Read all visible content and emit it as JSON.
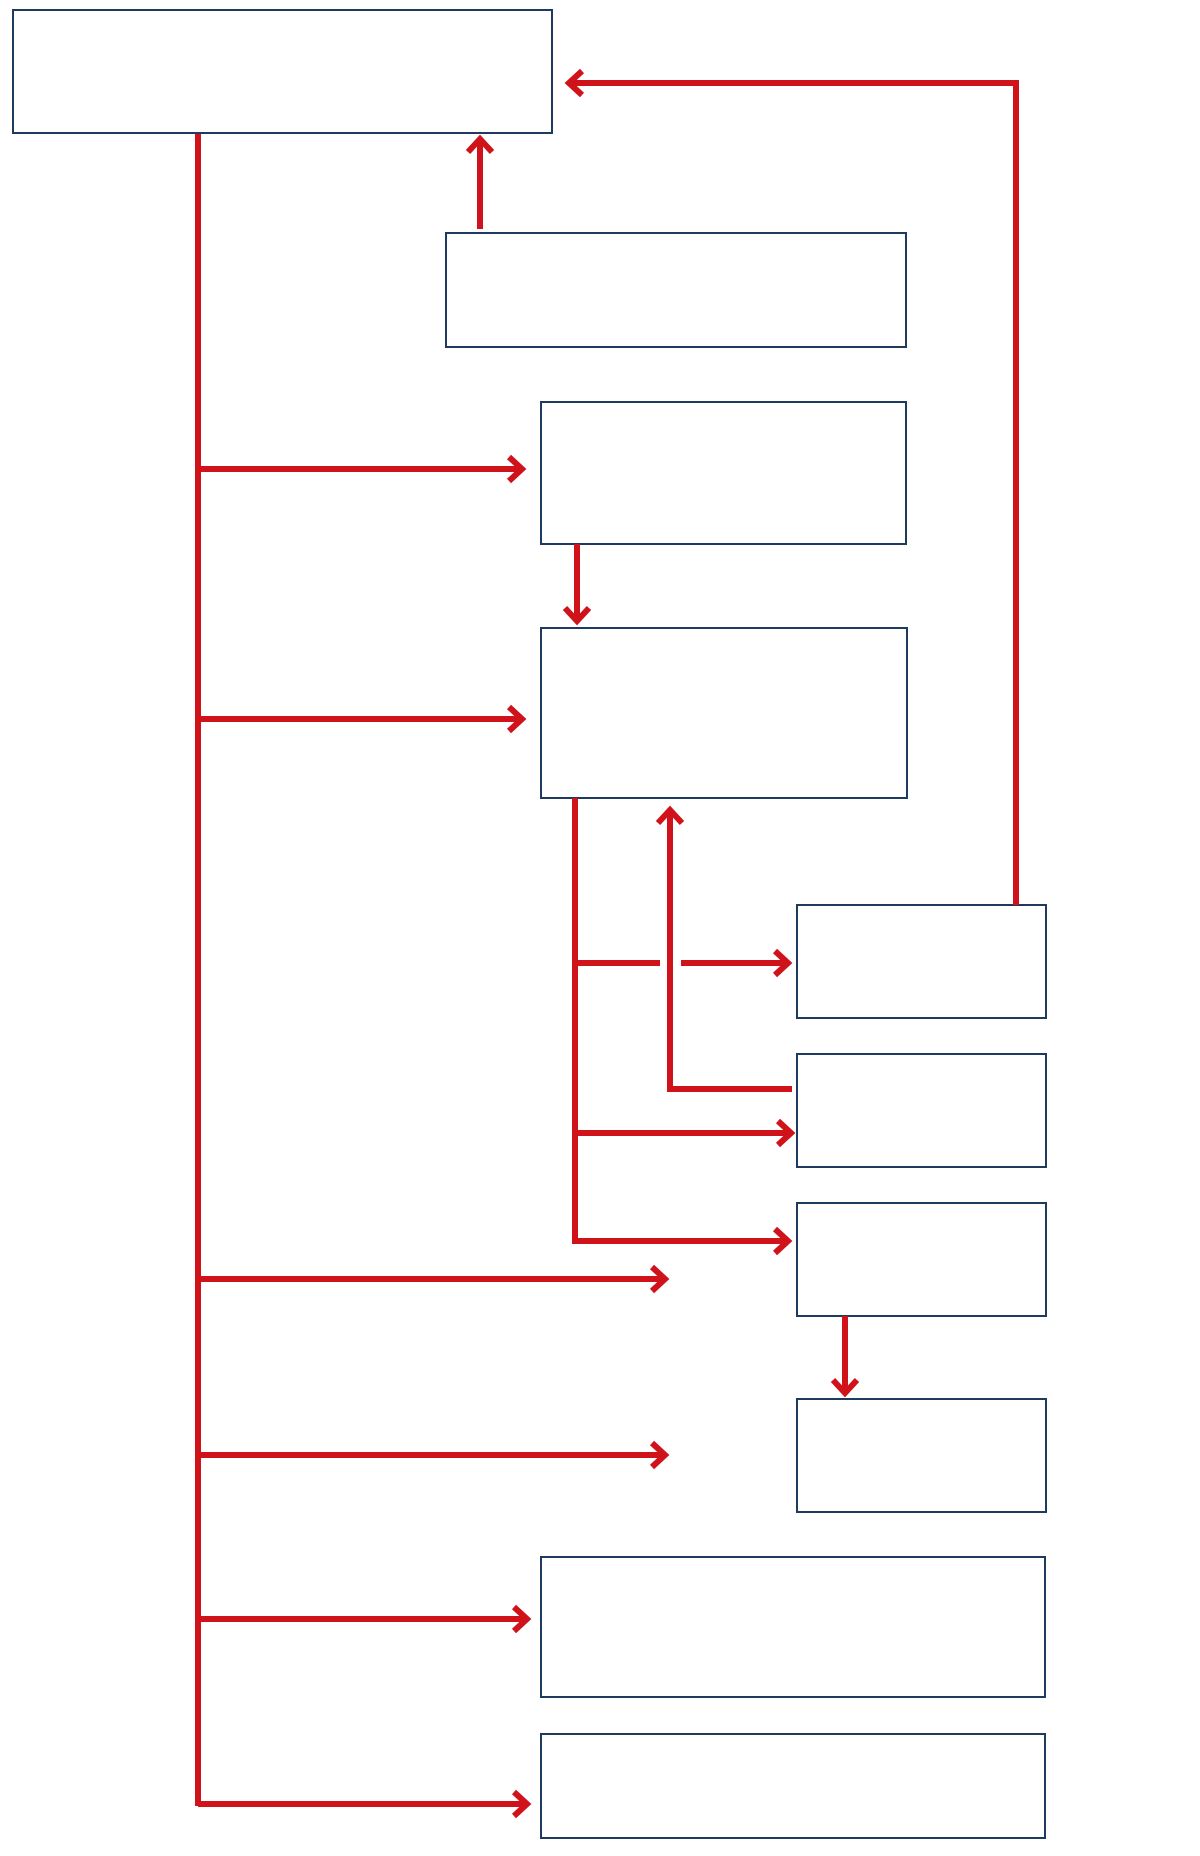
{
  "diagram": {
    "boxes": [
      {
        "id": "top",
        "label": ""
      },
      {
        "id": "b2",
        "label": ""
      },
      {
        "id": "b3",
        "label": ""
      },
      {
        "id": "b4",
        "label": ""
      },
      {
        "id": "r1",
        "label": ""
      },
      {
        "id": "r2",
        "label": ""
      },
      {
        "id": "r3",
        "label": ""
      },
      {
        "id": "r4",
        "label": ""
      },
      {
        "id": "w1",
        "label": ""
      },
      {
        "id": "w2",
        "label": ""
      }
    ],
    "colors": {
      "connector": "#d0121b",
      "box_border": "#1f3a5f",
      "background": "#ffffff"
    }
  }
}
